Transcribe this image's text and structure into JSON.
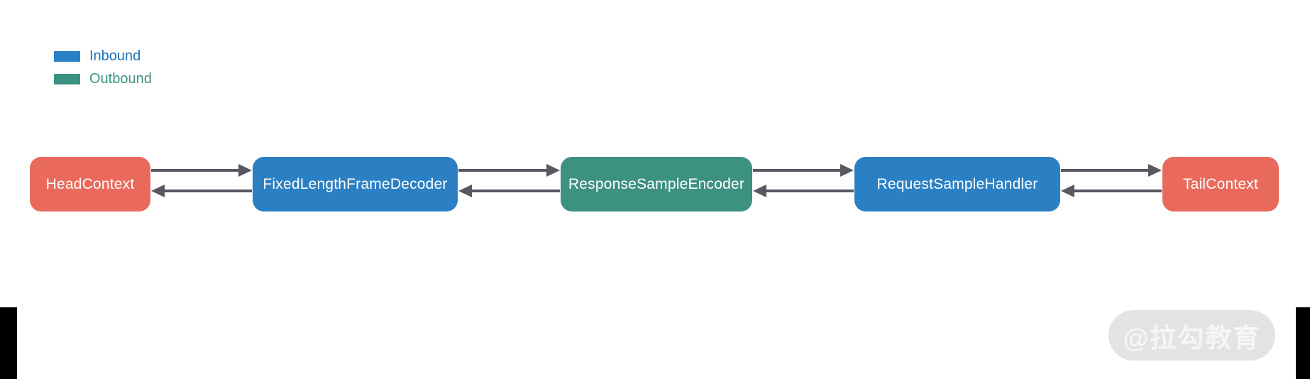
{
  "legend": {
    "items": [
      {
        "label": "Inbound",
        "color": "#2b80c4"
      },
      {
        "label": "Outbound",
        "color": "#3d9181"
      }
    ]
  },
  "pipeline": {
    "nodes": [
      {
        "label": "HeadContext",
        "role": "context",
        "color": "#e96a5c"
      },
      {
        "label": "FixedLengthFrameDecoder",
        "role": "inbound",
        "color": "#2b80c4"
      },
      {
        "label": "ResponseSampleEncoder",
        "role": "outbound",
        "color": "#3d9181"
      },
      {
        "label": "RequestSampleHandler",
        "role": "inbound",
        "color": "#2b80c4"
      },
      {
        "label": "TailContext",
        "role": "context",
        "color": "#e96a5c"
      }
    ],
    "arrow_color": "#585862",
    "flow": {
      "top_arrows_direction": "left-to-right",
      "bottom_arrows_direction": "right-to-left"
    }
  },
  "watermark": {
    "text": "@拉勾教育"
  }
}
